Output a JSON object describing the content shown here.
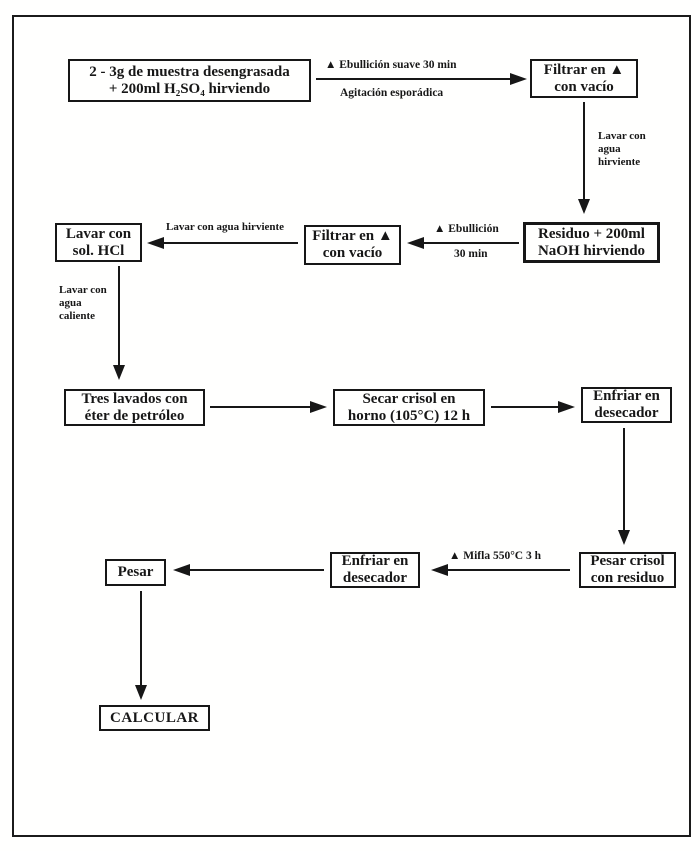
{
  "page": {
    "ink_color": "#171717",
    "background_color": "#fffffe"
  },
  "boxes": {
    "muestra": {
      "line1": "2 - 3g de muestra desengrasada",
      "line2": "+ 200ml H₂SO₄ hirviendo"
    },
    "filtrar_vacio_1": {
      "line1": "Filtrar en ▲",
      "line2": "con vacío"
    },
    "residuo_naoh": {
      "line1": "Residuo + 200ml",
      "line2": "NaOH hirviendo"
    },
    "filtrar_vacio_2": {
      "line1": "Filtrar en ▲",
      "line2": "con vacío"
    },
    "lavar_hcl": {
      "line1": "Lavar con",
      "line2": "sol. HCl"
    },
    "tres_lavados": {
      "line1": "Tres lavados con",
      "line2": "éter de petróleo"
    },
    "secar_crisol": {
      "line1": "Secar crisol en",
      "line2": "horno (105°C) 12 h"
    },
    "enfriar_1": {
      "line1": "Enfriar en",
      "line2": "desecador"
    },
    "pesar_crisol": {
      "line1": "Pesar crisol",
      "line2": "con residuo"
    },
    "enfriar_2": {
      "line1": "Enfriar en",
      "line2": "desecador"
    },
    "pesar": {
      "line1": "Pesar"
    },
    "calcular": {
      "line1": "CALCULAR"
    }
  },
  "arrow_labels": {
    "ebullicion_suave": "▲ Ebullición suave 30 min",
    "agitacion": "Agitación esporádica",
    "lavar_hirviente_vert": {
      "line1": "Lavar con",
      "line2": "agua",
      "line3": "hirviente"
    },
    "ebullicion_top": "▲ Ebullición",
    "ebullicion_bottom": "30 min",
    "lavar_hirviente_horiz": "Lavar con agua hirviente",
    "lavar_caliente": {
      "line1": "Lavar con",
      "line2": "agua",
      "line3": "caliente"
    },
    "mufla": "▲ Mifla 550°C 3 h"
  }
}
